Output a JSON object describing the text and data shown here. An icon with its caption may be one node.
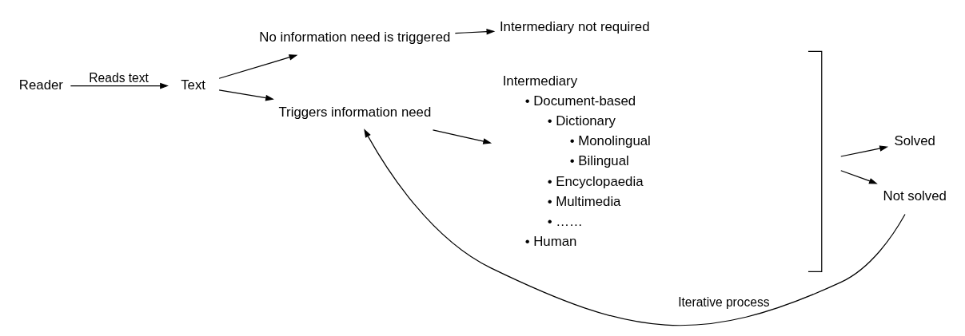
{
  "diagram": {
    "nodes": [
      {
        "text": [
          "Reader"
        ]
      },
      {
        "text": [
          "Text"
        ]
      },
      {
        "text": [
          "No information need is triggered"
        ]
      },
      {
        "text": [
          "Intermediary not required"
        ]
      },
      {
        "text": [
          "Triggers information need"
        ]
      },
      {
        "text": [
          "Intermediary",
          "• Document-based",
          "• Dictionary",
          "• Monolingual",
          "• Bilingual",
          "• Encyclopaedia",
          "• Multimedia",
          "• ……",
          "• Human"
        ]
      },
      {
        "text": [],
        "shape": "brace"
      },
      {
        "text": [
          "Solved"
        ]
      },
      {
        "text": [
          "Not solved"
        ]
      }
    ],
    "edges": [
      {
        "from": 0,
        "to": 1,
        "arrow": "to",
        "label": "Reads text"
      },
      {
        "from": 1,
        "to": 2,
        "arrow": "to"
      },
      {
        "from": 1,
        "to": 4,
        "arrow": "to"
      },
      {
        "from": 2,
        "to": 3,
        "arrow": "to"
      },
      {
        "from": 4,
        "to": 5,
        "arrow": "to"
      },
      {
        "from": 6,
        "to": 7,
        "arrow": "to"
      },
      {
        "from": 6,
        "to": 8,
        "arrow": "to"
      },
      {
        "from": 8,
        "to": 4,
        "arrow": "to",
        "label": "Iterative process"
      }
    ]
  }
}
